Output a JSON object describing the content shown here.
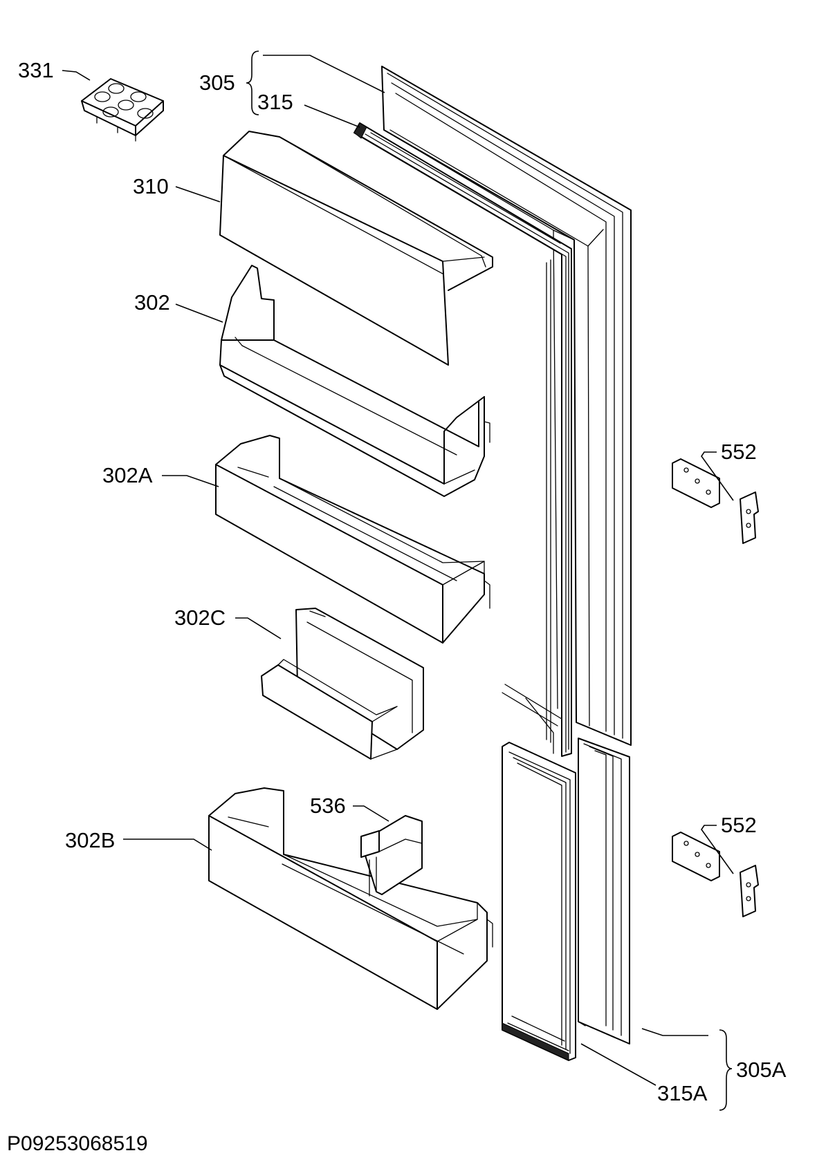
{
  "diagram": {
    "drawing_code": "P09253068519",
    "labels": {
      "egg_tray": "331",
      "upper_door_assy": "305",
      "upper_gasket": "315",
      "shelf_cover": "310",
      "upper_shelf": "302",
      "middle_shelf": "302A",
      "small_shelf": "302C",
      "holder": "536",
      "bottom_shelf": "302B",
      "hinge_upper": "552",
      "hinge_lower": "552",
      "lower_door_assy": "305A",
      "lower_gasket": "315A"
    }
  }
}
